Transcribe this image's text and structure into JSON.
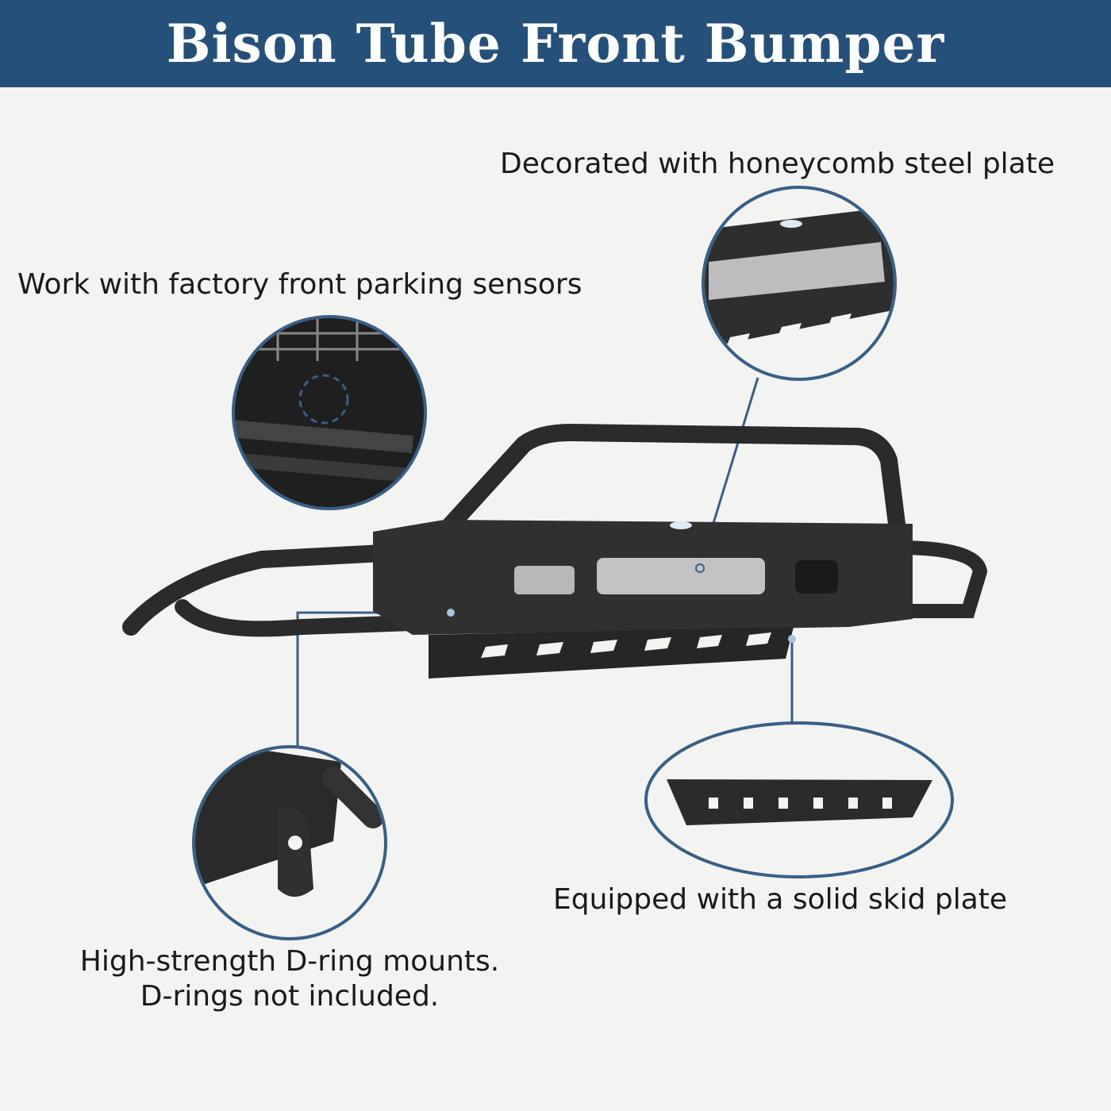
{
  "header": {
    "title": "Bison Tube Front Bumper"
  },
  "callouts": {
    "honeycomb": "Decorated with honeycomb steel plate",
    "sensors": "Work with factory front parking sensors",
    "skid_plate": "Equipped with a solid skid plate",
    "d_ring_line1": "High-strength D-ring mounts.",
    "d_ring_line2": "D-rings not included."
  },
  "colors": {
    "header": "#24507a",
    "callout_ring": "#3a5f86",
    "steel": "#2b2b2b"
  }
}
